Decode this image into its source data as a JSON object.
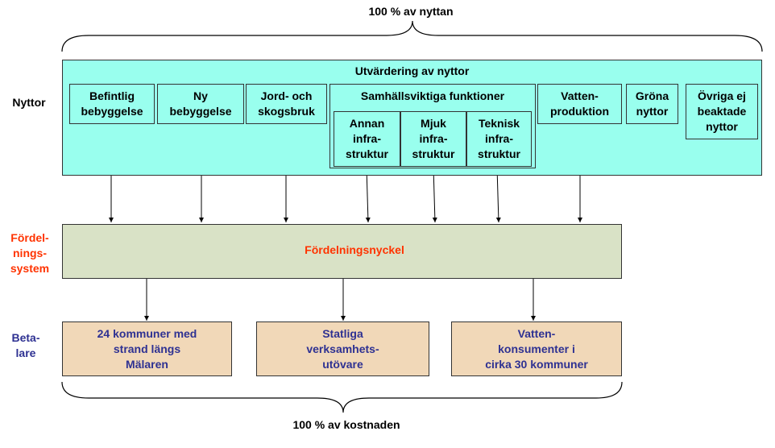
{
  "header": {
    "total_benefit": "100 % av nyttan"
  },
  "footer": {
    "total_cost": "100 % av kostnaden"
  },
  "rows": {
    "benefits": "Nyttor",
    "distribution": "Fördel-\nnings-\nsystem",
    "payers": "Beta-\nlare"
  },
  "benefits": {
    "title": "Utvärdering av nyttor",
    "items": [
      "Befintlig\nbebyggelse",
      "Ny\nbebyggelse",
      "Jord- och\nskogsbruk",
      "Vatten-\nproduktion",
      "Gröna\nnyttor",
      "Övriga ej\nbeaktade\nnyttor"
    ],
    "group": {
      "title": "Samhällsviktiga funktioner",
      "items": [
        "Annan\ninfra-\nstruktur",
        "Mjuk\ninfra-\nstruktur",
        "Teknisk\ninfra-\nstruktur"
      ]
    }
  },
  "distribution": {
    "key": "Fördelningsnyckel"
  },
  "payers": [
    "24 kommuner med\nstrand längs\nMälaren",
    "Statliga\nverksamhets-\nutövare",
    "Vatten-\nkonsumenter i\ncirka 30 kommuner"
  ],
  "colors": {
    "benefit_fill": "#99ffee",
    "distribution_fill": "#d9e2c6",
    "payer_fill": "#f1d8b8",
    "payer_text": "#2e3192",
    "distribution_text": "#ff3300"
  }
}
